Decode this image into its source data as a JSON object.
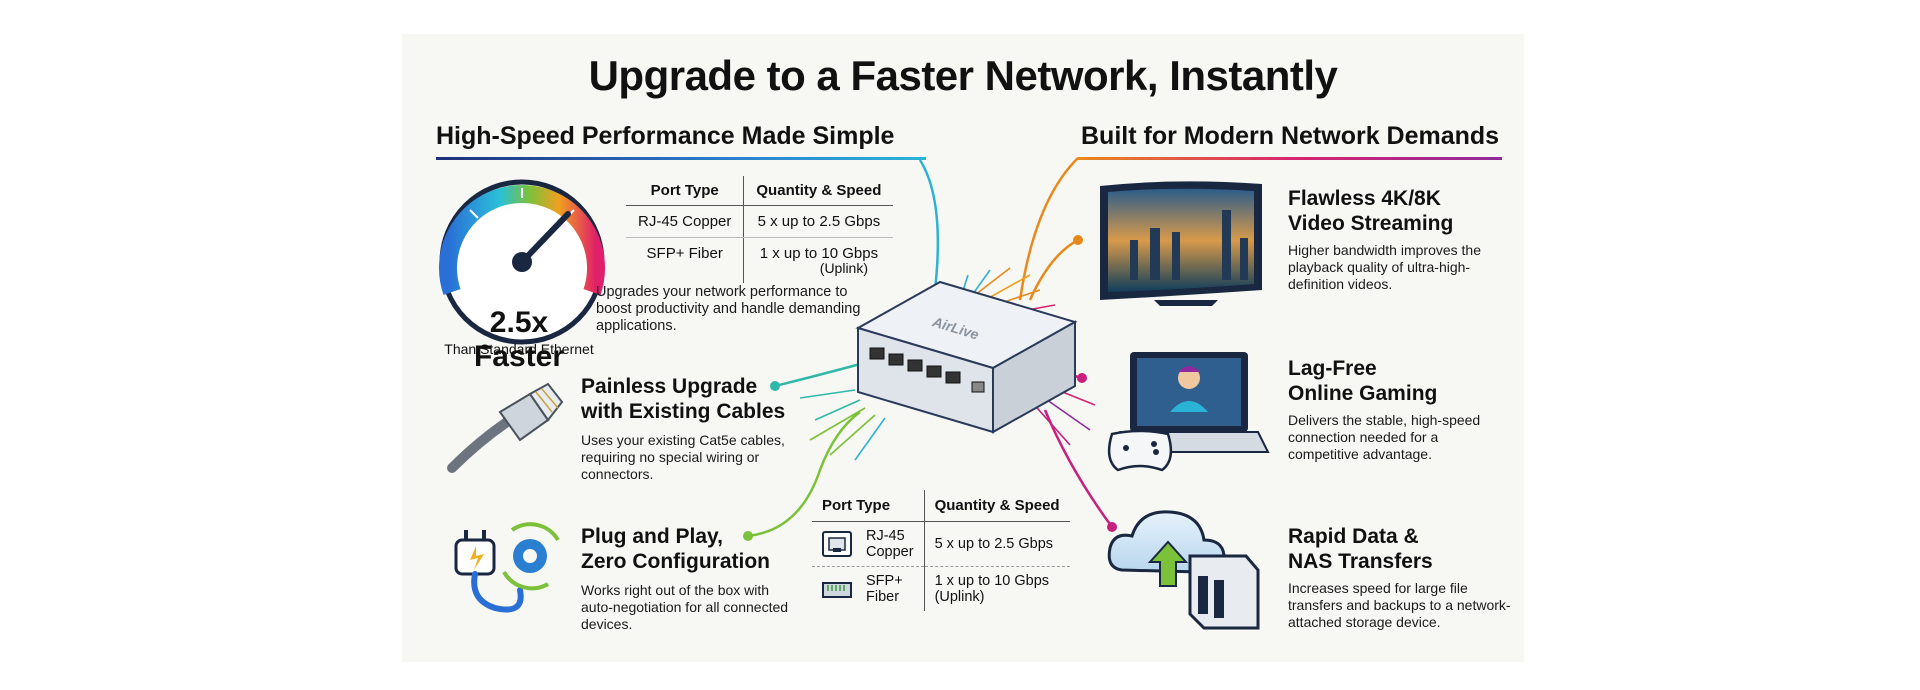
{
  "title": "Upgrade to a Faster Network, Instantly",
  "left_heading": "High-Speed Performance Made Simple",
  "right_heading": "Built for Modern Network Demands",
  "speed": {
    "headline": "2.5x Faster",
    "subtitle": "Than Standard Ethernet",
    "gauge_level": 0.8
  },
  "table_top": {
    "headers": [
      "Port Type",
      "Quantity & Speed"
    ],
    "rows": [
      {
        "port": "RJ-45 Copper",
        "speed": "5 x up to 2.5 Gbps",
        "note": ""
      },
      {
        "port": "SFP+ Fiber",
        "speed": "1 x up to 10 Gbps",
        "note": "(Uplink)"
      }
    ]
  },
  "upgrade_text": "Upgrades your network performance to boost productivity and handle demanding applications.",
  "brand_logo": "AirLive",
  "left_features": [
    {
      "title_line1": "Painless Upgrade",
      "title_line2": "with Existing Cables",
      "text": "Uses your existing Cat5e cables, requiring no special wiring or connectors.",
      "icon": "ethernet-cable-icon"
    },
    {
      "title_line1": "Plug and Play,",
      "title_line2": "Zero Configuration",
      "text": "Works right out of the box with auto-negotiation for all connected devices.",
      "icon": "power-plug-icon"
    }
  ],
  "table_bottom": {
    "headers": [
      "Port Type",
      "Quantity & Speed"
    ],
    "rows": [
      {
        "port_line1": "RJ-45",
        "port_line2": "Copper",
        "speed_line1": "5 x up to 2.5 Gbps",
        "speed_line2": "",
        "icon": "rj45-port-icon"
      },
      {
        "port_line1": "SFP+",
        "port_line2": "Fiber",
        "speed_line1": "1 x up to 10 Gbps",
        "speed_line2": "(Uplink)",
        "icon": "sfp-port-icon"
      }
    ]
  },
  "right_features": [
    {
      "title_line1": "Flawless 4K/8K",
      "title_line2": "Video Streaming",
      "text": "Higher bandwidth improves the playback quality of ultra-high-definition videos.",
      "icon": "curved-tv-icon"
    },
    {
      "title_line1": "Lag-Free",
      "title_line2": "Online Gaming",
      "text": "Delivers the stable, high-speed connection needed for a competitive advantage.",
      "icon": "gaming-laptop-icon"
    },
    {
      "title_line1": "Rapid Data &",
      "title_line2": "NAS Transfers",
      "text": "Increases speed for large file transfers and backups to a network-attached storage device.",
      "icon": "cloud-nas-icon"
    }
  ],
  "colors": {
    "cyan": "#2bb3d6",
    "orange": "#e8891c",
    "magenta": "#c8207e",
    "green": "#7cc13a",
    "teal": "#2fb8a8",
    "purple": "#8e2a9c",
    "blue": "#2a6fd6"
  }
}
